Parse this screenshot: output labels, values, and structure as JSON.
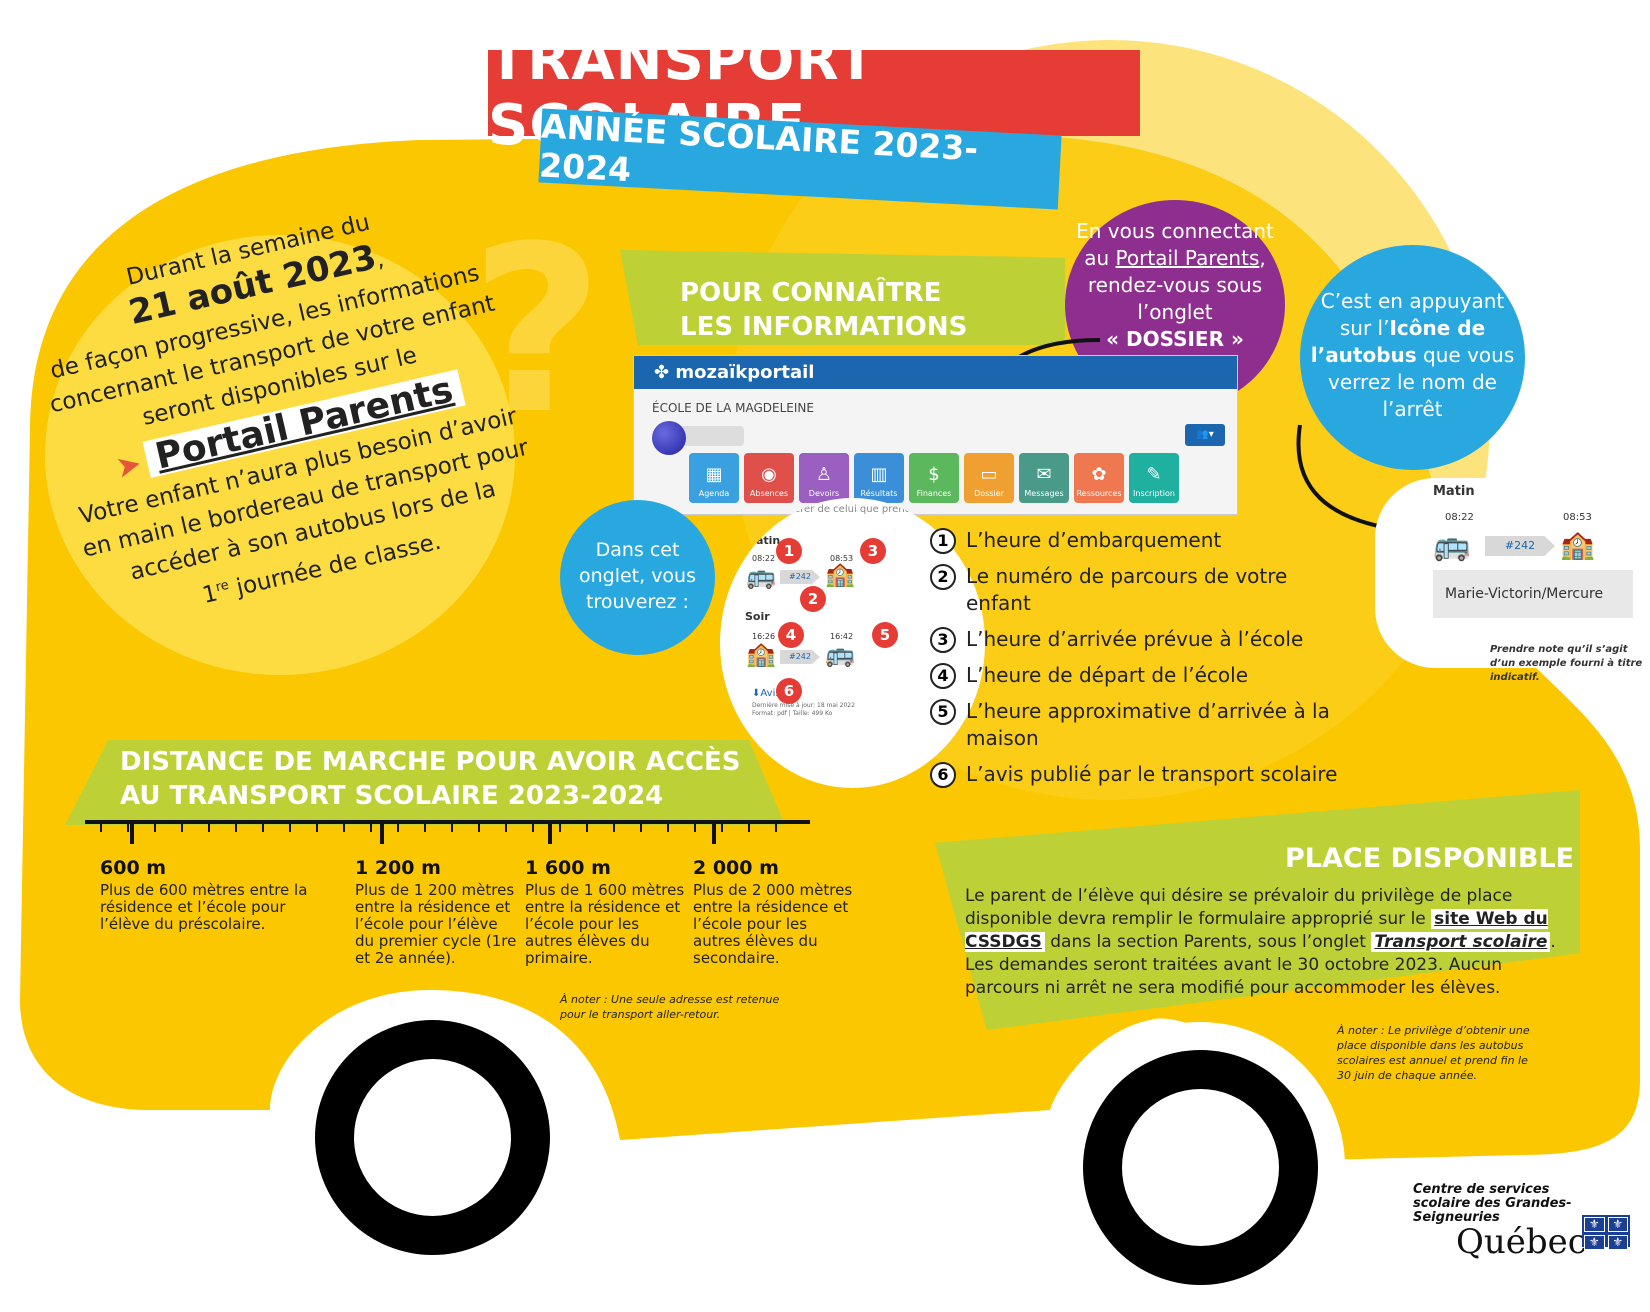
{
  "header": {
    "title": "TRANSPORT SCOLAIRE",
    "subtitle": "ANNÉE SCOLAIRE 2023-2024"
  },
  "intro": {
    "line1": "Durant la semaine du",
    "date": "21 août 2023",
    "after_date": ",",
    "line2": "de façon progressive, les informations concernant le transport de votre enfant seront disponibles sur le",
    "portail_label": "Portail Parents",
    "line3": "Votre enfant n’aura plus besoin d’avoir en main le bordereau de transport pour accéder à son autobus lors de la",
    "line4_num": "1",
    "line4_sup": "re",
    "line4": "journée de classe."
  },
  "info_banner": {
    "line1": "POUR CONNAÎTRE",
    "line2": "LES INFORMATIONS"
  },
  "purple_bubble": {
    "line1": "En vous connectant au",
    "link": "Portail Parents",
    "line2": ", rendez-vous sous l’onglet",
    "tab": "« DOSSIER »"
  },
  "blue_bubble_right": {
    "line1": "C’est en appuyant sur l’",
    "bold": "Icône de l’autobus",
    "line2": "que vous verrez le nom de l’arrêt"
  },
  "blue_bubble_left": {
    "text": "Dans cet onglet, vous trouverez :"
  },
  "mozaik": {
    "brand": "mozaïkportail",
    "school": "ÉCOLE DE LA MAGDELEINE",
    "tiles": [
      {
        "label": "Agenda",
        "color": "#3aa0e0",
        "icon": "calendar-icon",
        "glyph": "▦"
      },
      {
        "label": "Absences",
        "color": "#e0504a",
        "icon": "absences-icon",
        "glyph": "◉"
      },
      {
        "label": "Devoirs",
        "color": "#9a5fc0",
        "icon": "homework-icon",
        "glyph": "♙"
      },
      {
        "label": "Résultats",
        "color": "#3a8fd8",
        "icon": "results-icon",
        "glyph": "▥"
      },
      {
        "label": "Finances",
        "color": "#5cb85c",
        "icon": "finances-icon",
        "glyph": "$"
      },
      {
        "label": "Dossier",
        "color": "#f0a030",
        "icon": "folder-icon",
        "glyph": "▭"
      },
      {
        "label": "Messages",
        "color": "#4a9a8a",
        "icon": "messages-icon",
        "glyph": "✉"
      },
      {
        "label": "Ressources",
        "color": "#f07850",
        "icon": "resources-icon",
        "glyph": "✿"
      },
      {
        "label": "Inscription",
        "color": "#20b0a0",
        "icon": "inscription-icon",
        "glyph": "✎"
      }
    ]
  },
  "schedule_preview": {
    "top_text": "différer de celui que prendra",
    "matin": "Matin",
    "soir": "Soir",
    "t_morning_start": "08:22",
    "t_morning_end": "08:53",
    "t_evening_start": "16:26",
    "t_evening_end": "16:42",
    "route": "#242",
    "avis": "Avis",
    "avis_meta1": "Dernière mise à jour: 18 mai 2022",
    "avis_meta2": "Format: pdf | Taille: 499 Ko",
    "numbers": [
      "1",
      "2",
      "3",
      "4",
      "5",
      "6"
    ]
  },
  "num_list": [
    {
      "n": "1",
      "text": "L’heure d’embarquement"
    },
    {
      "n": "2",
      "text": "Le numéro de parcours de votre enfant"
    },
    {
      "n": "3",
      "text": "L’heure d’arrivée prévue à l’école"
    },
    {
      "n": "4",
      "text": "L’heure de départ de l’école"
    },
    {
      "n": "5",
      "text": "L’heure approximative d’arrivée à la maison"
    },
    {
      "n": "6",
      "text": "L’avis publié par le transport scolaire"
    }
  ],
  "example": {
    "matin": "Matin",
    "t1": "08:22",
    "t2": "08:53",
    "route": "#242",
    "stop": "Marie-Victorin/Mercure",
    "note": "Prendre note qu’il s’agit d’un exemple fourni à titre indicatif."
  },
  "distance": {
    "banner_line1": "DISTANCE DE MARCHE POUR AVOIR ACCÈS",
    "banner_line2": "AU TRANSPORT SCOLAIRE 2023-2024",
    "items": [
      {
        "head": "600 m",
        "body": "Plus de 600 mètres entre la résidence et l’école pour l’élève du préscolaire."
      },
      {
        "head": "1 200 m",
        "body": "Plus de 1 200 mètres entre la résidence et l’école pour l’élève du premier cycle (1re et 2e année)."
      },
      {
        "head": "1 600 m",
        "body": "Plus de 1 600 mètres entre la résidence et l’école pour les autres élèves du primaire."
      },
      {
        "head": "2 000 m",
        "body": "Plus de 2 000 mètres entre la résidence et l’école pour les autres élèves du secondaire."
      }
    ],
    "note": "À noter : Une seule adresse est retenue pour le transport aller-retour."
  },
  "place": {
    "title": "PLACE DISPONIBLE",
    "text1": "Le parent de l’élève qui désire se prévaloir du privilège de place disponible devra remplir le formulaire approprié sur le",
    "link1": "site Web du CSSDGS",
    "text2": "dans la section Parents, sous l’onglet",
    "link2": "Transport scolaire",
    "text3": ". Les demandes seront traitées avant le 30 octobre 2023. Aucun parcours ni arrêt ne sera modifié pour accommoder les élèves.",
    "note": "À noter : Le privilège d’obtenir une place disponible dans les autobus scolaires est annuel et prend fin le 30 juin de chaque année."
  },
  "logo": {
    "org": "Centre de services scolaire des Grandes-Seigneuries",
    "quebec": "Québec"
  },
  "colors": {
    "bus_yellow": "#fbc700",
    "title_red": "#e53d35",
    "blue": "#29a8e0",
    "purple": "#8e2f8f",
    "green": "#bdd137"
  }
}
